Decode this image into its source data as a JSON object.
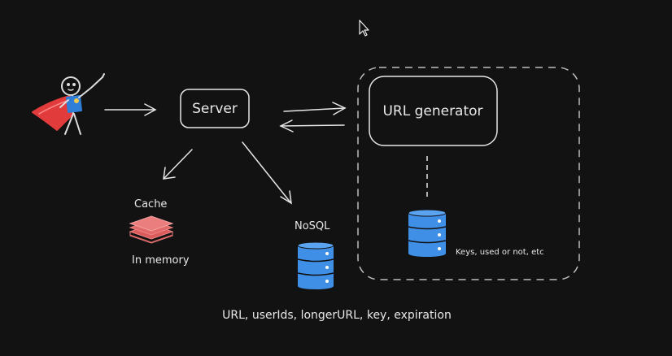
{
  "diagram": {
    "nodes": {
      "server": {
        "label": "Server"
      },
      "url_generator": {
        "label": "URL generator"
      },
      "cache": {
        "label": "Cache",
        "sublabel": "In memory"
      },
      "nosql": {
        "label": "NoSQL",
        "schema": "URL, userIds, longerURL, key, expiration"
      },
      "key_db": {
        "label": "Keys, used or not, etc"
      }
    },
    "colors": {
      "background": "#121212",
      "stroke": "#e6e6e6",
      "dashed_group": "#bdbdbd",
      "db_blue": "#3f8fe6",
      "db_blue_dark": "#1e5fb0",
      "cache_red": "#f08080",
      "cache_red_dark": "#d95b5b",
      "cape": "#e23b3b",
      "shirt": "#2f7ed8"
    },
    "icons": [
      "user-superhero-icon",
      "database-icon",
      "cache-layers-icon",
      "mouse-cursor-icon"
    ]
  }
}
